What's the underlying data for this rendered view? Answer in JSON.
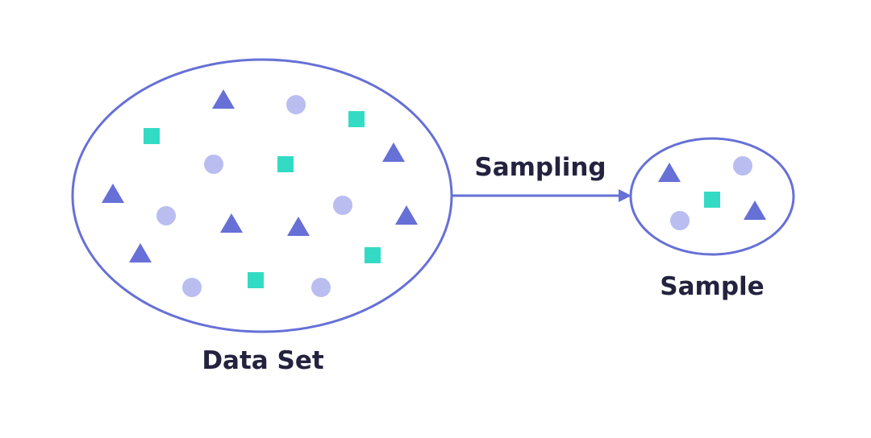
{
  "labels": {
    "dataset": "Data Set",
    "sampling": "Sampling",
    "sample": "Sample"
  },
  "colors": {
    "outline": "#6670d6",
    "triangle": "#6670d6",
    "circle": "#b9bdf0",
    "square": "#34dbc4",
    "text": "#23233f"
  },
  "shapes": {
    "dataset": [
      "triangle",
      "circle",
      "square",
      "square",
      "triangle",
      "circle",
      "square",
      "triangle",
      "circle",
      "triangle",
      "triangle",
      "circle",
      "triangle",
      "triangle",
      "square",
      "circle",
      "square",
      "circle"
    ],
    "sample": [
      "triangle",
      "circle",
      "square",
      "triangle",
      "circle"
    ]
  }
}
